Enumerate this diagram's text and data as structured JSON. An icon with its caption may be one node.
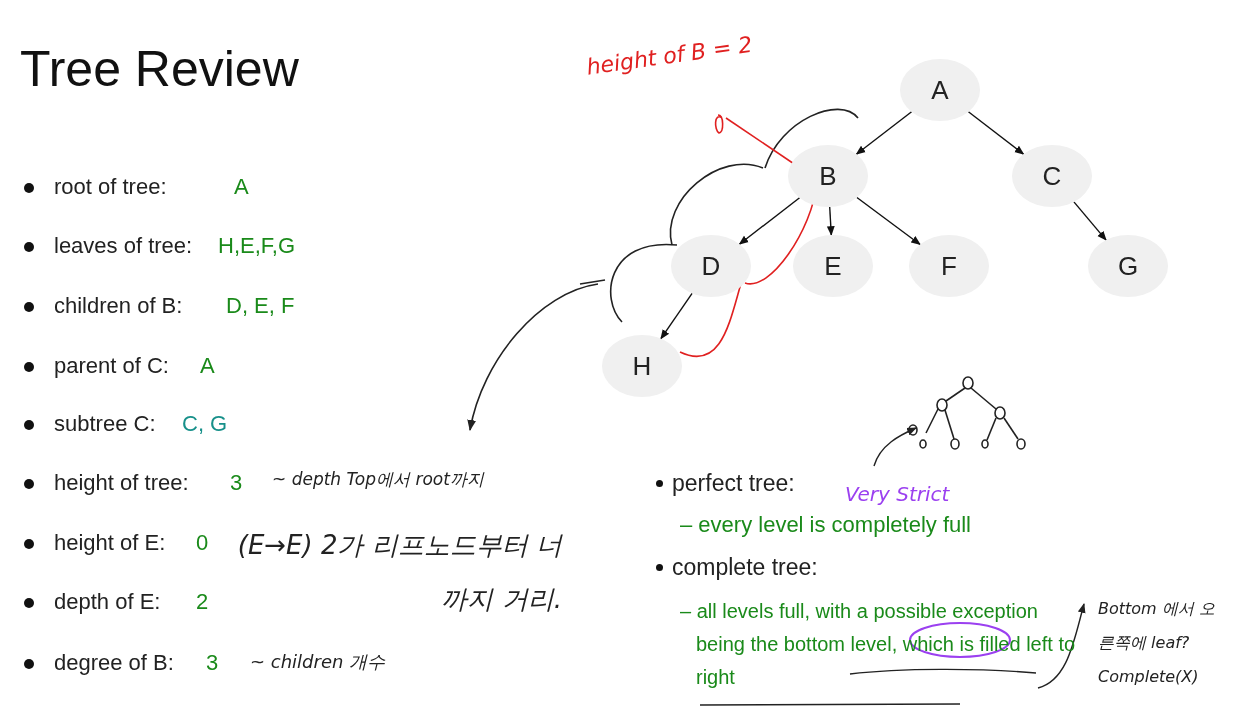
{
  "diagram": {
    "title": "Tree Review",
    "nodes": [
      {
        "text": [
          "A"
        ]
      },
      {
        "text": [
          "B"
        ]
      },
      {
        "text": [
          "C"
        ]
      },
      {
        "text": [
          "D"
        ]
      },
      {
        "text": [
          "E"
        ]
      },
      {
        "text": [
          "F"
        ]
      },
      {
        "text": [
          "G"
        ]
      },
      {
        "text": [
          "H"
        ]
      }
    ],
    "edges": [
      {
        "from": 0,
        "to": 1,
        "arrow": "to"
      },
      {
        "from": 0,
        "to": 2,
        "arrow": "to"
      },
      {
        "from": 1,
        "to": 3,
        "arrow": "to"
      },
      {
        "from": 1,
        "to": 4,
        "arrow": "to"
      },
      {
        "from": 1,
        "to": 5,
        "arrow": "to"
      },
      {
        "from": 2,
        "to": 6,
        "arrow": "to"
      },
      {
        "from": 3,
        "to": 7,
        "arrow": "to"
      }
    ],
    "labels": [
      "height of B = 2",
      "root of tree:",
      "A",
      "leaves of tree:",
      "H,E,F,G",
      "children of B:",
      "D, E, F",
      "parent of C:",
      "A",
      "subtree C:",
      "C, G",
      "height of tree:",
      "3",
      "~ depth Top에서 root까지",
      "perfect tree:",
      "Very Strict",
      "– every level is completely full",
      "height of E:",
      "0",
      "(E→E) 2가 리프노드부터 너까지 거리.",
      "complete tree:",
      "– all levels full, with a possible exception being the bottom level, which is filled left to right",
      "Bottom 에서 오른쪽에 leaf? Complete(X)",
      "depth of E:",
      "2",
      "degree of B:",
      "3",
      "~ children 개수"
    ]
  }
}
